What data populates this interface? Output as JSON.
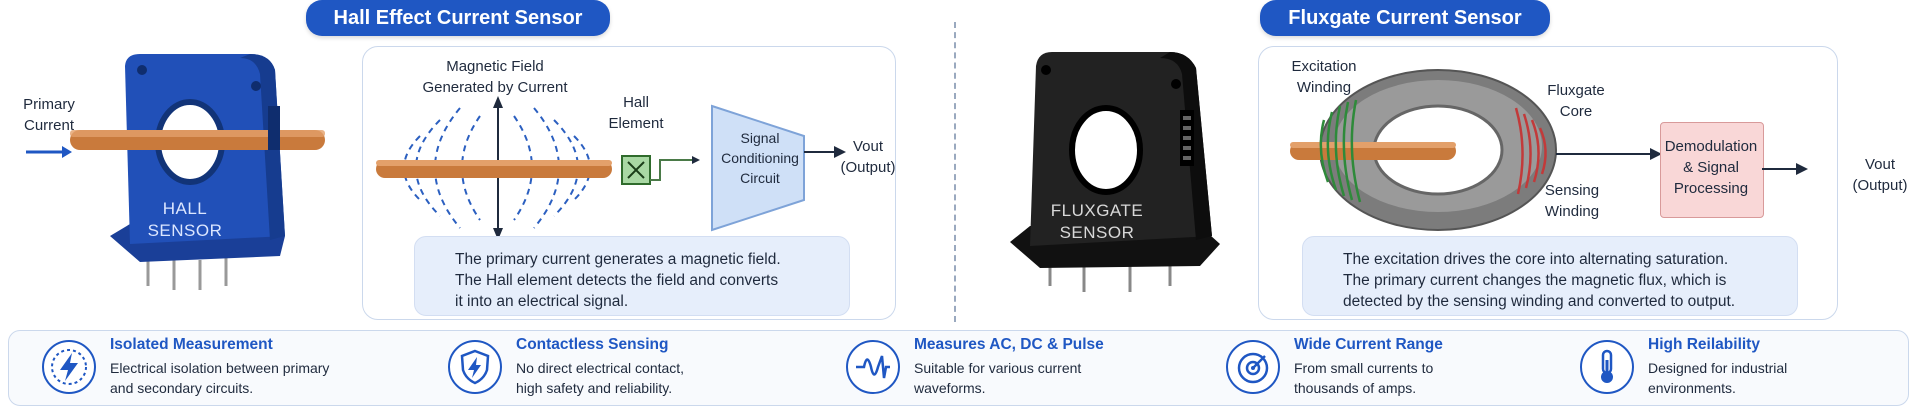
{
  "hall": {
    "title": "Hall Effect Current Sensor",
    "primary_current": [
      "Primary",
      "Current"
    ],
    "sensor_label": [
      "HALL",
      "SENSOR"
    ],
    "magnetic_field": [
      "Magnetic Field",
      "Generated by Current"
    ],
    "hall_element": [
      "Hall",
      "Element"
    ],
    "signal_block": [
      "Signal",
      "Conditioning",
      "Circuit"
    ],
    "vout": [
      "Vout",
      "(Output)"
    ],
    "description": [
      "The primary current generates a magnetic field.",
      "The Hall element detects the field and converts",
      "it into an electrical signal."
    ]
  },
  "fluxgate": {
    "title": "Fluxgate Current Sensor",
    "sensor_label": [
      "FLUXGATE",
      "SENSOR"
    ],
    "excitation_winding": [
      "Excitation",
      "Winding"
    ],
    "fluxgate_core": [
      "Fluxgate",
      "Core"
    ],
    "sensing_winding": [
      "Sensing",
      "Winding"
    ],
    "demod_block": [
      "Demodulation",
      "& Signal",
      "Processing"
    ],
    "vout": [
      "Vout",
      "(Output)"
    ],
    "description": [
      "The excitation drives the core into alternating saturation.",
      "The primary current changes the magnetic flux, which is",
      "detected by the sensing winding and converted to output."
    ]
  },
  "features": [
    {
      "icon": "lightning-icon",
      "title": "Isolated Measurement",
      "desc": [
        "Electrical isolation between primary",
        "and secondary circuits."
      ]
    },
    {
      "icon": "shield-lightning-icon",
      "title": "Contactless Sensing",
      "desc": [
        "No direct electrical contact,",
        "high safety and reliability."
      ]
    },
    {
      "icon": "waveform-icon",
      "title": "Measures AC, DC & Pulse",
      "desc": [
        "Suitable for various current",
        "waveforms."
      ]
    },
    {
      "icon": "gauge-icon",
      "title": "Wide Current Range",
      "desc": [
        "From small currents to",
        "thousands of amps."
      ]
    },
    {
      "icon": "thermometer-icon",
      "title": "High Reilability",
      "desc": [
        "Designed for industrial",
        "environments."
      ]
    }
  ],
  "colors": {
    "accent": "#1f57c3",
    "copper": "#c97a3c",
    "hall_sensor_body": "#1f4fb5",
    "fluxgate_body": "#1c1c1c",
    "hall_element_box": "#a9d8a4",
    "signal_block": "#cfe0f7",
    "demod_block": "#f9d7d7"
  }
}
